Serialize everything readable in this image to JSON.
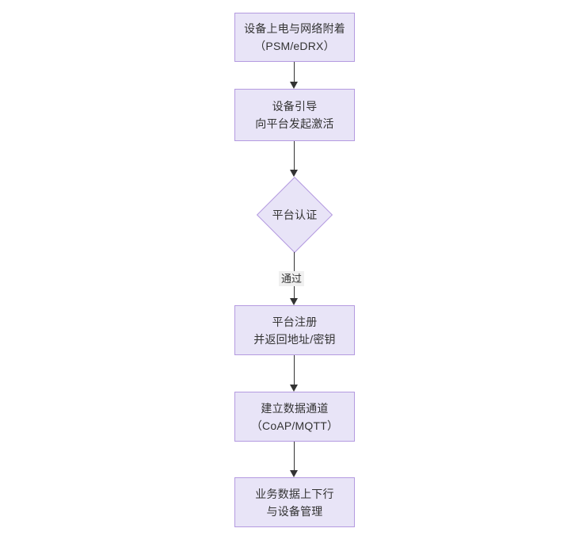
{
  "diagram": {
    "type": "flowchart",
    "orientation": "top-to-bottom",
    "background_color": "#ffffff",
    "node_fill_color": "#e8e4f7",
    "node_border_color": "#b49ae0",
    "text_color": "#333333",
    "connector_color": "#333333",
    "nodes": [
      {
        "id": "power",
        "shape": "rectangle",
        "lines": [
          "设备上电与网络附着",
          "（PSM/eDRX）"
        ]
      },
      {
        "id": "bootstrap",
        "shape": "rectangle",
        "lines": [
          "设备引导",
          "向平台发起激活"
        ]
      },
      {
        "id": "auth",
        "shape": "diamond",
        "lines": [
          "平台认证"
        ]
      },
      {
        "id": "register",
        "shape": "rectangle",
        "lines": [
          "平台注册",
          "并返回地址/密钥"
        ]
      },
      {
        "id": "channel",
        "shape": "rectangle",
        "lines": [
          "建立数据通道",
          "（CoAP/MQTT）"
        ]
      },
      {
        "id": "business",
        "shape": "rectangle",
        "lines": [
          "业务数据上下行",
          "与设备管理"
        ]
      }
    ],
    "edges": [
      {
        "id": "e1",
        "from": "power",
        "to": "bootstrap",
        "label": ""
      },
      {
        "id": "e2",
        "from": "bootstrap",
        "to": "auth",
        "label": ""
      },
      {
        "id": "e3",
        "from": "auth",
        "to": "register",
        "label": "通过"
      },
      {
        "id": "e4",
        "from": "register",
        "to": "channel",
        "label": ""
      },
      {
        "id": "e5",
        "from": "channel",
        "to": "business",
        "label": ""
      }
    ]
  }
}
